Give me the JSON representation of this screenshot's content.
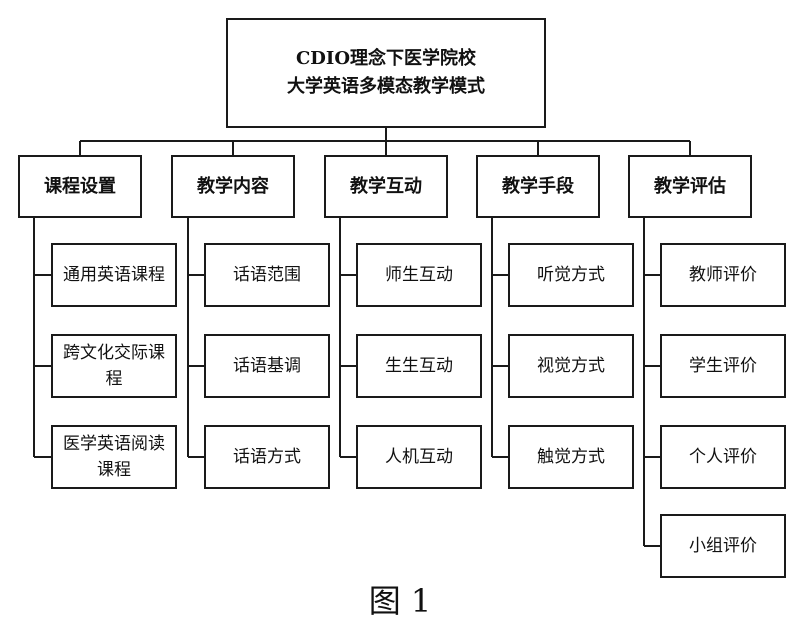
{
  "root": {
    "line1": "CDIO理念下医学院校",
    "line2": "大学英语多模态教学模式"
  },
  "categories": [
    {
      "label": "课程设置",
      "children": [
        "通用英语课程",
        "跨文化交际课程",
        "医学英语阅读课程"
      ]
    },
    {
      "label": "教学内容",
      "children": [
        "话语范围",
        "话语基调",
        "话语方式"
      ]
    },
    {
      "label": "教学互动",
      "children": [
        "师生互动",
        "生生互动",
        "人机互动"
      ]
    },
    {
      "label": "教学手段",
      "children": [
        "听觉方式",
        "视觉方式",
        "触觉方式"
      ]
    },
    {
      "label": "教学评估",
      "children": [
        "教师评价",
        "学生评价",
        "个人评价",
        "小组评价"
      ]
    }
  ],
  "caption": "图 1"
}
